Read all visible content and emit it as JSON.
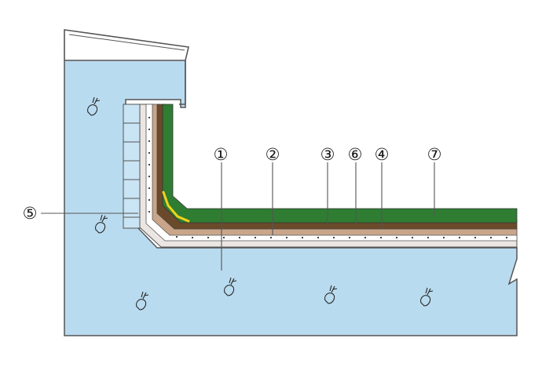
{
  "diagram": {
    "callouts": [
      "①",
      "②",
      "③",
      "⑥",
      "④",
      "⑦",
      "⑤"
    ]
  },
  "colors": {
    "concrete": "#b9dbef",
    "outline": "#555555",
    "green_layer": "#2f7d32",
    "brown_layer": "#6b4a2b",
    "tan_layer": "#c9a58a",
    "light_layer": "#ebe6e3",
    "dotted_layer": "#ffffff",
    "yellow_strip": "#f3d21a",
    "brick": "#c9e4f4"
  }
}
